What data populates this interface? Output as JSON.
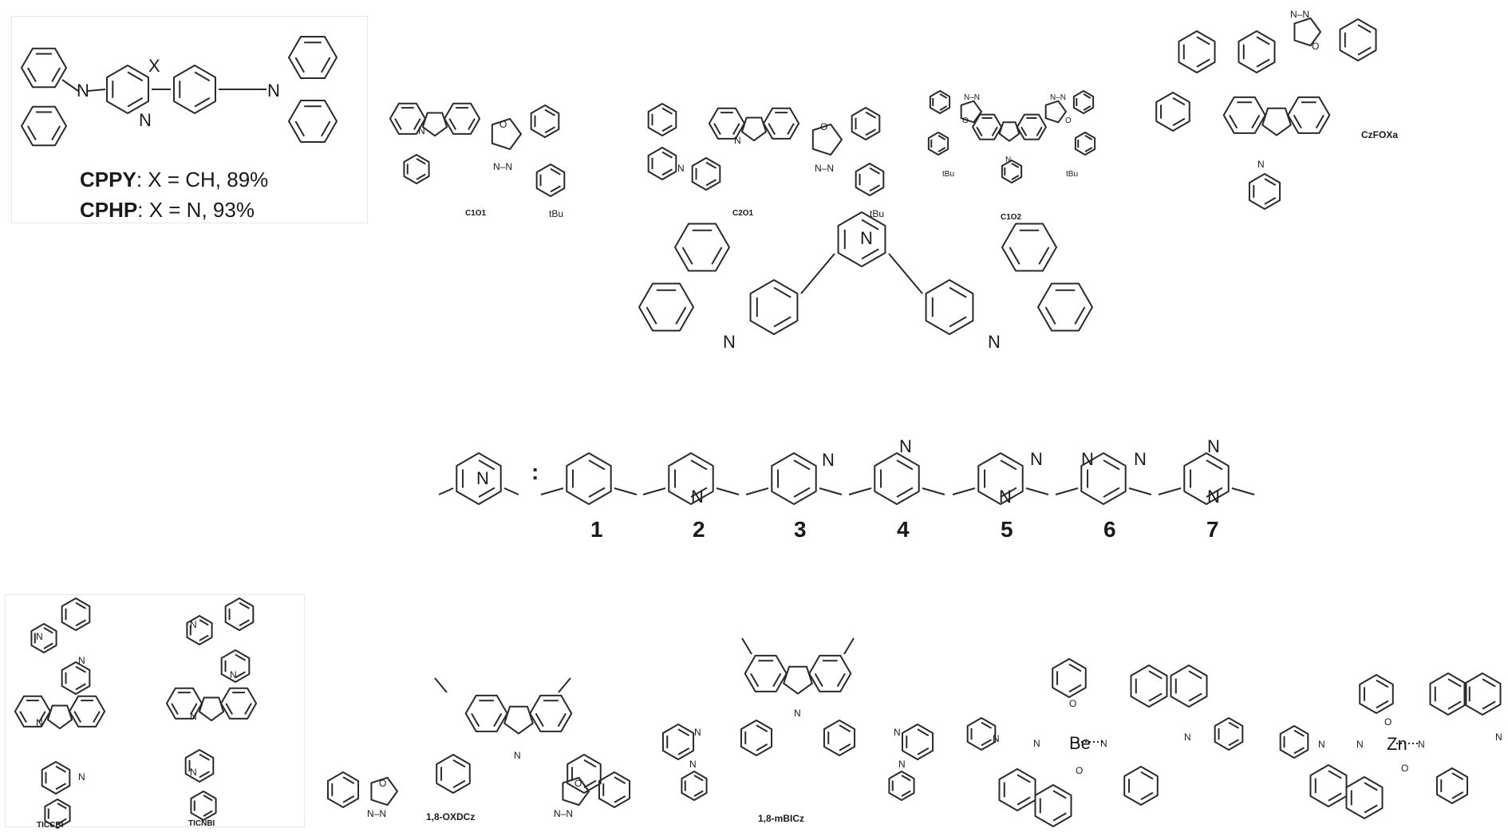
{
  "molecules": {
    "cppy_cphp": {
      "ring_atom_x": "X",
      "ring_atom_n": "N",
      "amine_left": "N",
      "amine_right": "N",
      "line1": {
        "name": "CPPY",
        "rest": ": X = CH, 89%"
      },
      "line2": {
        "name": "CPHP",
        "rest": ": X = N, 93%"
      }
    },
    "c1o1": {
      "label": "C1O1",
      "tbu": "tBu",
      "n1": "N",
      "o": "O",
      "nn": "N–N"
    },
    "c2o1": {
      "label": "C2O1",
      "tbu": "tBu",
      "n1": "N",
      "n2": "N",
      "o": "O",
      "nn": "N–N"
    },
    "c1o2": {
      "label": "C1O2",
      "tbu_left": "tBu",
      "tbu_right": "tBu",
      "n": "N",
      "o": "O",
      "nn": "N–N"
    },
    "czfoxa": {
      "label": "CzFOXa",
      "n": "N",
      "o": "O",
      "nn": "N–N"
    },
    "central": {
      "n_left": "N",
      "n_right": "N",
      "ring_n": "N",
      "colon": ":",
      "core_ring_n": "N",
      "variants": [
        {
          "num": "1",
          "atoms": []
        },
        {
          "num": "2",
          "atoms": [
            "N"
          ]
        },
        {
          "num": "3",
          "atoms": [
            "N"
          ]
        },
        {
          "num": "4",
          "atoms": [
            "N"
          ]
        },
        {
          "num": "5",
          "atoms": [
            "N",
            "N"
          ]
        },
        {
          "num": "6",
          "atoms": [
            "N",
            "N"
          ]
        },
        {
          "num": "7",
          "atoms": [
            "N",
            "N"
          ]
        }
      ]
    },
    "ticcbi": {
      "label": "TICCBI",
      "n": "N"
    },
    "ticnbi": {
      "label": "TICNBI",
      "n": "N"
    },
    "oxdcz": {
      "label": "1,8-OXDCz",
      "n": "N",
      "o": "O",
      "nn": "N–N"
    },
    "mbicz": {
      "label": "1,8-mBICz",
      "n": "N"
    },
    "be_complex": {
      "metal": "Be",
      "n": "N",
      "o": "O"
    },
    "zn_complex": {
      "metal": "Zn",
      "n": "N",
      "o": "O"
    }
  },
  "colors": {
    "bond": "#2a2a2a",
    "text": "#1a1a1a",
    "background": "#ffffff"
  }
}
